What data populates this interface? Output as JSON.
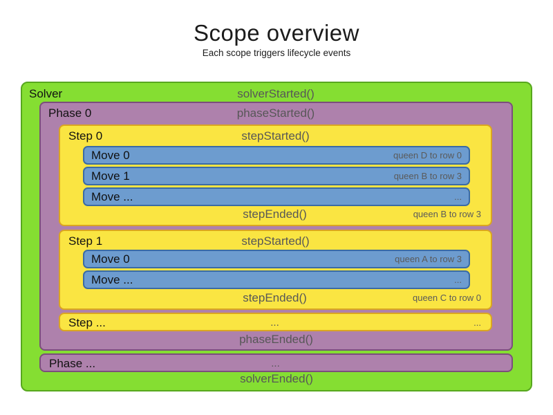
{
  "title": "Scope overview",
  "subtitle": "Each scope triggers lifecycle events",
  "solver": {
    "label": "Solver",
    "started": "solverStarted()",
    "ended": "solverEnded()",
    "phases": [
      {
        "label": "Phase 0",
        "started": "phaseStarted()",
        "ended": "phaseEnded()",
        "steps": [
          {
            "label": "Step 0",
            "started": "stepStarted()",
            "ended": "stepEnded()",
            "ended_note": "queen B to row 3",
            "moves": [
              {
                "label": "Move 0",
                "note": "queen D to row 0"
              },
              {
                "label": "Move 1",
                "note": "queen B to row 3"
              },
              {
                "label": "Move ...",
                "note": "..."
              }
            ]
          },
          {
            "label": "Step 1",
            "started": "stepStarted()",
            "ended": "stepEnded()",
            "ended_note": "queen C to row 0",
            "moves": [
              {
                "label": "Move 0",
                "note": "queen A to row 3"
              },
              {
                "label": "Move ...",
                "note": "..."
              }
            ]
          },
          {
            "label": "Step ...",
            "center_dots": "...",
            "right_dots": "..."
          }
        ]
      },
      {
        "label": "Phase ...",
        "center_dots": "..."
      }
    ]
  },
  "colors": {
    "solver_fill": "#85DE32",
    "solver_border": "#57A71E",
    "phase_fill": "#AE81AC",
    "phase_border": "#7B4E7B",
    "step_fill": "#FAE542",
    "step_border": "#DAA521",
    "move_fill": "#6D9CCF",
    "move_border": "#3A6BA5",
    "label_text": "#111111",
    "event_text": "#575757",
    "note_text": "#5A5A5A"
  }
}
